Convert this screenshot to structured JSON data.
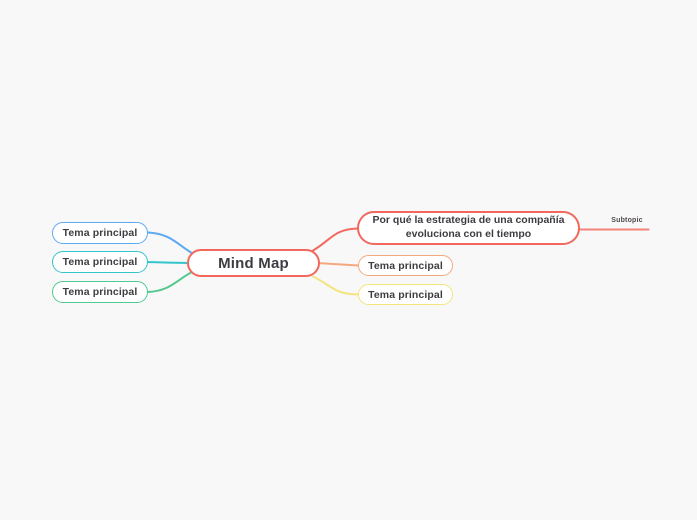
{
  "canvas": {
    "background": "#f8f8f9",
    "node_fill": "#ffffff",
    "text_color": "#3e3c41"
  },
  "root": {
    "label": "Mind Map",
    "color": "#f2685c"
  },
  "left_branches": [
    {
      "label": "Tema principal",
      "color": "#5da9f2"
    },
    {
      "label": "Tema principal",
      "color": "#33c5cc"
    },
    {
      "label": "Tema principal",
      "color": "#52c98d"
    }
  ],
  "right_branches": [
    {
      "label": "Por qué la estrategia de una compañía evoluciona con el tiempo",
      "color": "#f2685c"
    },
    {
      "label": "Tema principal",
      "color": "#f5a87e"
    },
    {
      "label": "Tema principal",
      "color": "#f4e47c"
    }
  ],
  "subtopic": {
    "label": "Subtopic",
    "line_color": "#f28379",
    "text_color": "#4e4a4b"
  }
}
